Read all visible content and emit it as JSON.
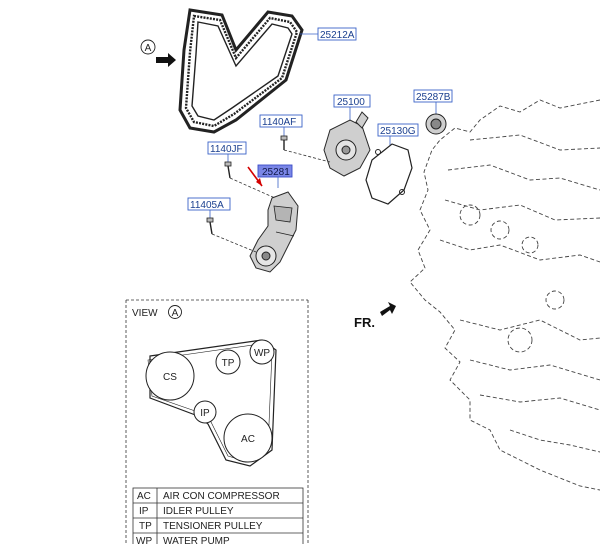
{
  "callout_letter": "A",
  "part_numbers": {
    "belt": "25212A",
    "water_pump": "25100",
    "pulley": "25287B",
    "bolt_af": "1140AF",
    "gasket": "25130G",
    "bolt_jf": "1140JF",
    "tensioner": "25281",
    "bolt_5a": "11405A"
  },
  "front_label": "FR.",
  "view": {
    "title": "VIEW",
    "letter": "A",
    "pulleys": {
      "cs": "CS",
      "tp": "TP",
      "wp": "WP",
      "ip": "IP",
      "ac": "AC"
    }
  },
  "legend": [
    {
      "abbr": "AC",
      "name": "AIR CON COMPRESSOR"
    },
    {
      "abbr": "IP",
      "name": "IDLER PULLEY"
    },
    {
      "abbr": "TP",
      "name": "TENSIONER PULLEY"
    },
    {
      "abbr": "WP",
      "name": "WATER PUMP"
    }
  ],
  "colors": {
    "label_blue": "#3a63c7",
    "highlight": "#7a86e6",
    "arrow_red": "#d40000"
  }
}
